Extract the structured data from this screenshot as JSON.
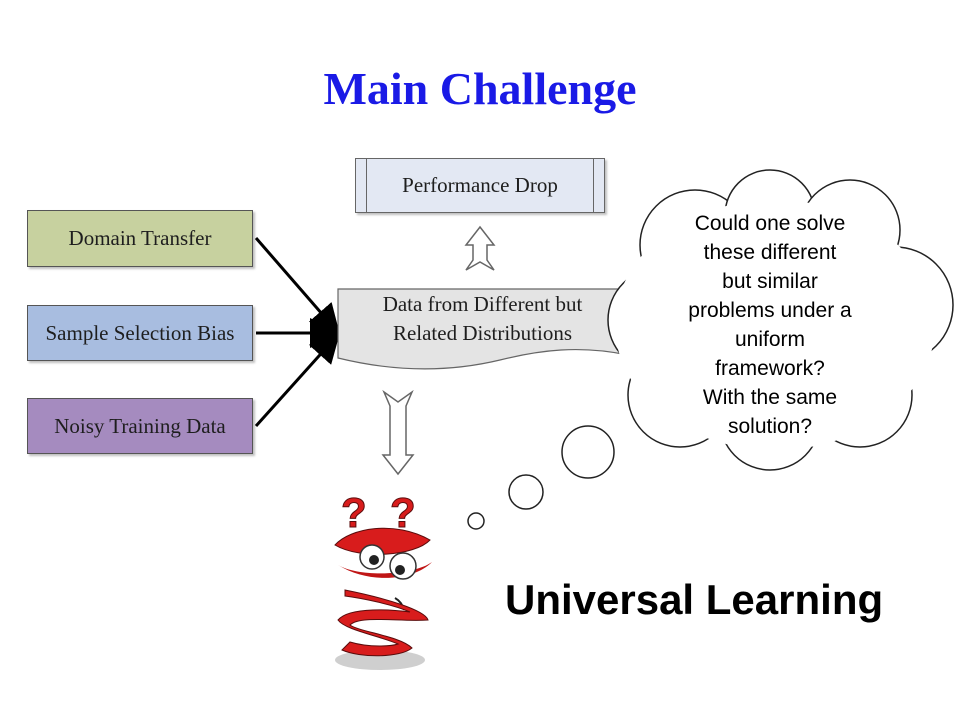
{
  "slide": {
    "title": "Main Challenge",
    "sources": [
      {
        "label": "Domain Transfer"
      },
      {
        "label": "Sample Selection Bias"
      },
      {
        "label": "Noisy Training Data"
      }
    ],
    "center_document": {
      "line1": "Data from Different but",
      "line2": "Related Distributions"
    },
    "result_box": "Performance Drop",
    "thought_cloud": {
      "lines": [
        "Could one solve",
        "these different",
        "but similar",
        "problems under a",
        "uniform",
        "framework?",
        "With the same",
        "solution?"
      ]
    },
    "caption": "Universal Learning",
    "question_marks": [
      "?",
      "?"
    ]
  },
  "colors": {
    "title": "#1a1ae6",
    "domain_transfer": "#c7d19f",
    "sample_selection_bias": "#a8bde0",
    "noisy_training_data": "#a58bbf",
    "document": "#e4e4e4",
    "performance_drop": "#e3e8f3",
    "character_red": "#d81c1c"
  },
  "icons": [
    "arrow-up-hollow-icon",
    "arrow-down-hollow-icon",
    "confused-character-icon"
  ]
}
